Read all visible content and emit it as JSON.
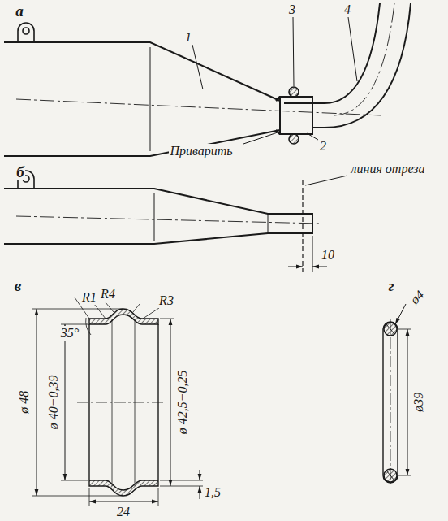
{
  "diagram": {
    "labels": [
      "а",
      "1",
      "3",
      "4",
      "Приварить",
      "2",
      "линия отреза",
      "б",
      "10",
      "в",
      "R1",
      "R4",
      "R3",
      "35°",
      "ø 48",
      "ø 40+0,39",
      "ø 42,5+0,25",
      "24",
      "1,5",
      "г",
      "ø4",
      "ø39"
    ]
  }
}
